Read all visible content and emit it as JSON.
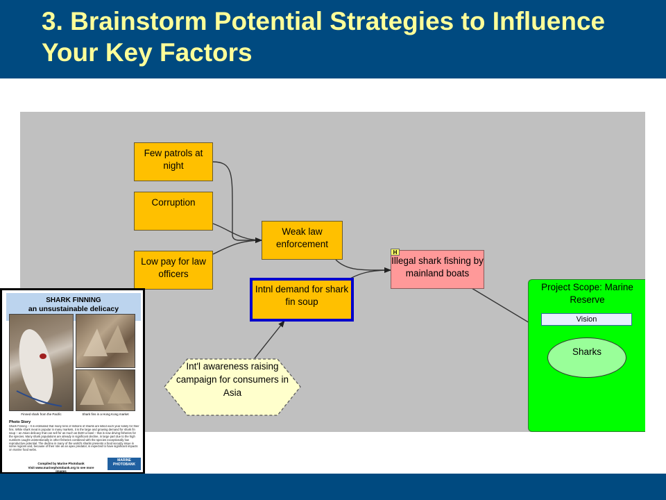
{
  "slide": {
    "title": "3. Brainstorm Potential Strategies to Influence Your Key Factors"
  },
  "diagram": {
    "factors": {
      "few_patrols": "Few patrols at night",
      "corruption": "Corruption",
      "low_pay": "Low pay for law officers",
      "weak_law": "Weak law enforcement",
      "intnl_demand": "Intnl demand for shark fin soup"
    },
    "threat": {
      "label": "Illegal shark fishing by mainland boats",
      "rank_badge": "H"
    },
    "strategy": {
      "label": "Int'l awareness raising campaign for consumers in Asia"
    },
    "scope": {
      "title": "Project Scope: Marine Reserve",
      "vision": "Vision",
      "target": "Sharks"
    }
  },
  "poster": {
    "title": "SHARK FINNING",
    "subtitle": "an unsustainable delicacy",
    "caption_left": "Finned shark from the Pacific",
    "caption_right": "Shark fins in a Hong Kong market",
    "story_heading": "Photo Story",
    "story_text": "Shark Finning – It is estimated that many tens of millions of sharks are killed each year solely for their fins. While shark meat is popular in many markets, it is the large and growing demand for shark fin soup – an Asian delicacy that can sell for as much as $100 a bowl – that is now driving fisheries for the species. Many shark populations are already in significant decline, in large part due to the high numbers caught unintentionally in other fisheries combined with the species exceptionally low reproductive potential. The decline in many of the world's sharks presents a food security issue in some regions and, because of their role as an apex predator, is expected to have significant impacts on marine food webs.",
    "credit_line1": "Compiled by Marine Photobank",
    "credit_line2": "Visit www.marinephotobank.org to see more images",
    "logo_line1": "MARINE",
    "logo_line2": "PHOTOBANK"
  },
  "colors": {
    "header_bg": "#004a80",
    "title_text": "#ffff99",
    "canvas_bg": "#c0c0c0",
    "factor_fill": "#ffc000",
    "threat_fill": "#ff9999",
    "strategy_fill": "#ffffcc",
    "scope_fill": "#00ff00",
    "target_fill": "#99ff99",
    "selection_border": "#0000cc"
  }
}
